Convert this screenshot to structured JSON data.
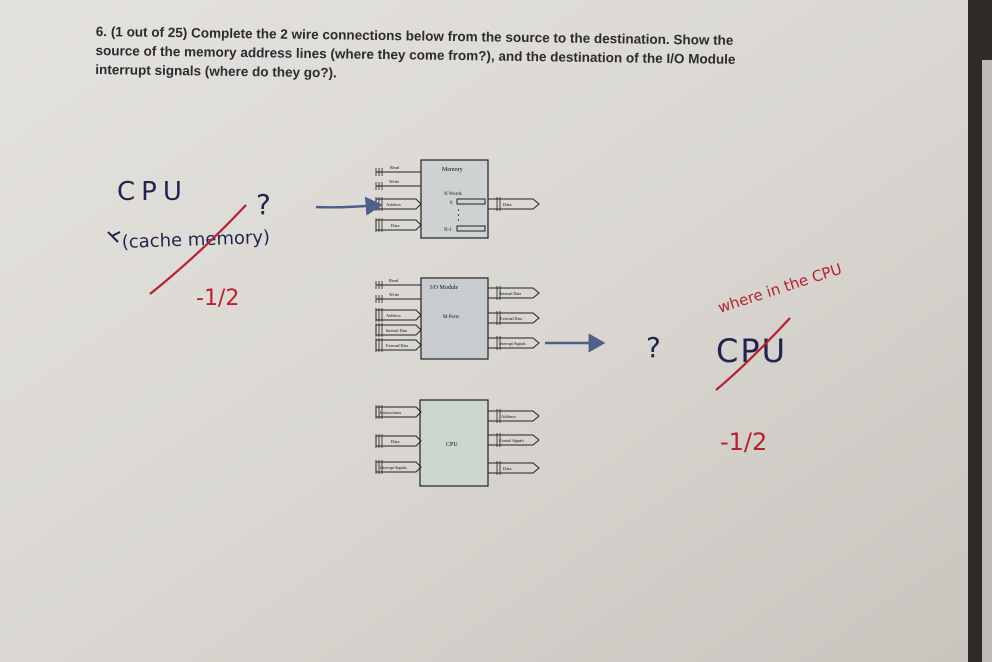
{
  "question": {
    "line1": "6. (1 out of 25) Complete the 2 wire connections below from the source to the destination. Show the",
    "line2": "source of the memory address lines (where they come from?), and the destination of the I/O Module",
    "line3": "interrupt signals (where do they go?)."
  },
  "memory_module": {
    "title": "Memory",
    "words_label": "N Words",
    "first_index": "0",
    "last_index": "N-1",
    "inputs": [
      "Read",
      "Write",
      "Address",
      "Data"
    ],
    "outputs": [
      "Data"
    ]
  },
  "io_module": {
    "title": "I/O Module",
    "ports_label": "M Ports",
    "inputs": [
      "Read",
      "Write",
      "Address",
      "Internal Data",
      "External Data"
    ],
    "outputs": [
      "Internal Data",
      "External Data",
      "Interrupt Signals"
    ]
  },
  "cpu_module": {
    "title": "CPU",
    "inputs": [
      "Instructions",
      "Data",
      "Interrupt Signals"
    ],
    "outputs": [
      "Address",
      "Control Signals",
      "Data"
    ]
  },
  "handwriting": {
    "answer1_main": "CPU",
    "answer1_qmark": "?",
    "answer1_crossed": "(cache memory)",
    "answer1_score": "-1/2",
    "answer2_qmark": "?",
    "answer2_note": "where in the CPU",
    "answer2_crossed": "CPU",
    "answer2_score": "-1/2"
  },
  "colors": {
    "paper": "#dcdad6",
    "ink_blue": "#1f2550",
    "grading_red": "#b8202c",
    "module_fill": "#c9ccce",
    "drawn_arrow": "#4f5f8c"
  }
}
